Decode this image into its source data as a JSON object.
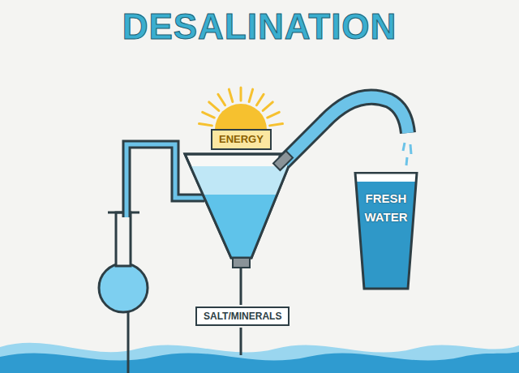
{
  "diagram": {
    "title": "DESALINATION",
    "nodes": [
      {
        "text": [
          "ENERGY"
        ]
      },
      {
        "text": [
          "FRESH WATER"
        ]
      },
      {
        "text": [
          "SALT/MINERALS"
        ]
      }
    ]
  }
}
